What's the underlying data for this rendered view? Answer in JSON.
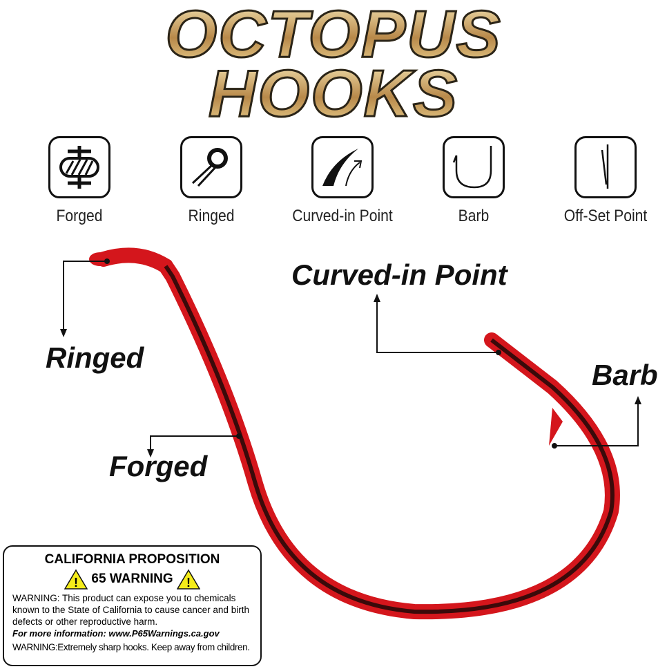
{
  "title": {
    "line1": "OCTOPUS",
    "line2": "HOOKS"
  },
  "features": [
    {
      "label": "Forged",
      "icon": "forged-icon"
    },
    {
      "label": "Ringed",
      "icon": "ringed-eye-icon"
    },
    {
      "label": "Curved-in Point",
      "icon": "curved-point-icon"
    },
    {
      "label": "Barb",
      "icon": "barb-icon"
    },
    {
      "label": "Off-Set Point",
      "icon": "offset-point-icon"
    }
  ],
  "callouts": {
    "ringed": "Ringed",
    "forged": "Forged",
    "curved": "Curved-in Point",
    "barb": "Barb"
  },
  "warning": {
    "heading1": "CALIFORNIA PROPOSITION",
    "heading2": "65 WARNING",
    "body1": "WARNING: This product can expose you to chemicals known to the State of California to cause cancer and birth defects or other reproductive harm.",
    "info": "For more information: www.P65Warnings.ca.gov",
    "body2": "WARNING:Extremely sharp hooks. Keep away from children."
  },
  "colors": {
    "hook": "#d4161c",
    "gold": "#c9a45a",
    "warn": "#f5ec1a"
  }
}
